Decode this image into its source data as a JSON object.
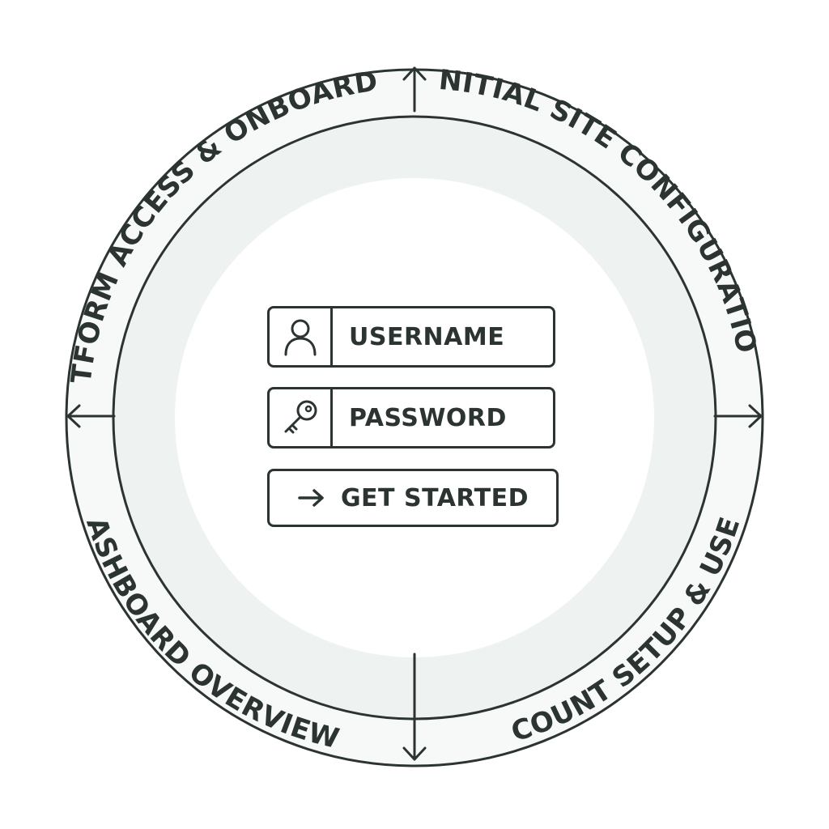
{
  "ring": {
    "top_left_label": "PLATFORM ACCESS & ONBOARDING",
    "top_right_label": "INITIAL SITE CONFIGURATION",
    "bottom_right_label": "ACCOUNT SETUP & USERS",
    "bottom_left_label": "DASHBOARD OVERVIEW"
  },
  "form": {
    "username_label": "USERNAME",
    "username_icon": "user-icon",
    "password_label": "PASSWORD",
    "password_icon": "key-icon",
    "cta_label": "GET STARTED",
    "cta_icon": "arrow-right-icon"
  },
  "colors": {
    "ink": "#2b3431",
    "ring_fill": "#eef2f0"
  }
}
